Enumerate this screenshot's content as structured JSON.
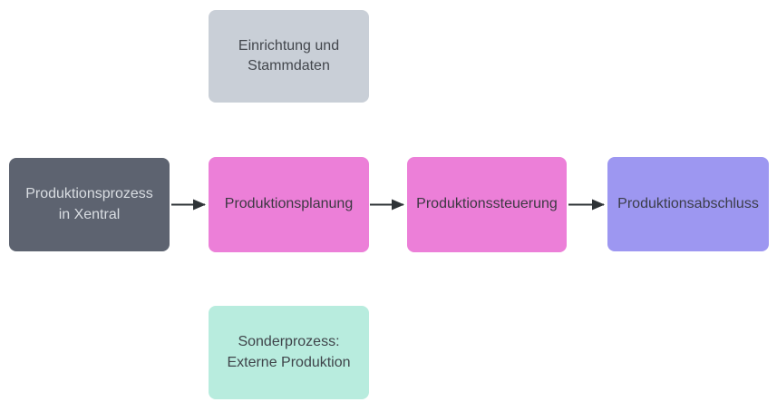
{
  "diagram": {
    "background": "#ffffff",
    "arrow_color": "#2e3337",
    "nodes": [
      {
        "id": "einrichtung-und-stammdaten",
        "label": "Einrichtung und\nStammdaten",
        "fill": "#c9cfd7",
        "text_color": "#43474d"
      },
      {
        "id": "produktionsprozess-in-xentral",
        "label": "Produktionsprozess\nin Xentral",
        "fill": "#5d6370",
        "text_color": "#d9dde2"
      },
      {
        "id": "produktionsplanung",
        "label": "Produktionsplanung",
        "fill": "#ec7fd8",
        "text_color": "#3c3842"
      },
      {
        "id": "produktionssteuerung",
        "label": "Produktionssteuerung",
        "fill": "#ec7fd8",
        "text_color": "#3c3842"
      },
      {
        "id": "produktionsabschluss",
        "label": "Produktionsabschluss",
        "fill": "#9d97f1",
        "text_color": "#3b3d49"
      },
      {
        "id": "sonderprozess-externe-produktion",
        "label": "Sonderprozess:\nExterne Produktion",
        "fill": "#b8ecde",
        "text_color": "#3f444a"
      }
    ],
    "edges": [
      {
        "from": "produktionsprozess-in-xentral",
        "to": "produktionsplanung"
      },
      {
        "from": "produktionsplanung",
        "to": "produktionssteuerung"
      },
      {
        "from": "produktionssteuerung",
        "to": "produktionsabschluss"
      }
    ]
  }
}
